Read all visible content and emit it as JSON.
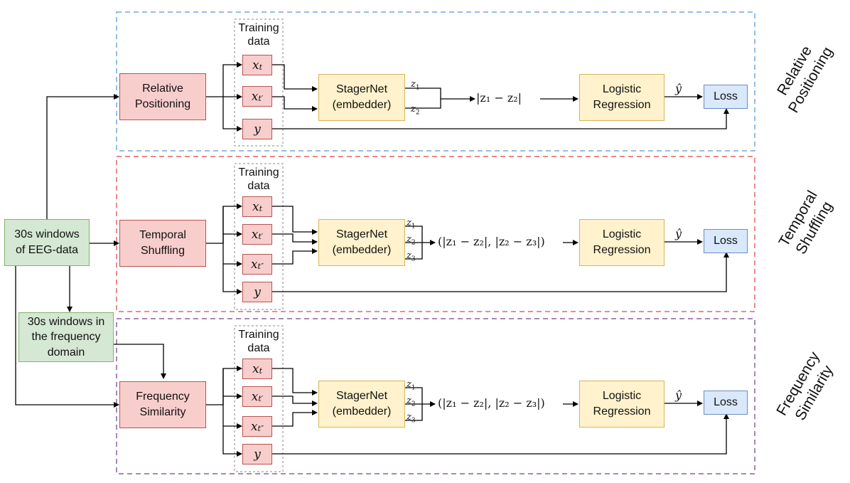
{
  "input_box": {
    "label": "30s windows\nof EEG-data"
  },
  "freq_box": {
    "label": "30s windows in\nthe frequency\ndomain"
  },
  "training_data_label": "Training\ndata",
  "variables": {
    "xt": "x",
    "xt_sub": "t",
    "xtp_sub": "t′",
    "xtpp_sub": "t″",
    "y": "y"
  },
  "embedder_label": "StagerNet\n(embedder)",
  "regression_label": "Logistic\nRegression",
  "loss_label": "Loss",
  "yhat": "ŷ",
  "z_labels": {
    "z1": "z",
    "z1_sub": "1",
    "z2_sub": "2",
    "z3_sub": "3"
  },
  "panels": [
    {
      "task": "Relative\nPositioning",
      "side": "Relative\nPositioning",
      "feature": "|z₁ − z₂|",
      "color": "#6fa8dc"
    },
    {
      "task": "Temporal\nShuffling",
      "side": "Temporal\nShuffling",
      "feature": "(|z₁ − z₂|, |z₂ − z₃|)",
      "color": "#e06666"
    },
    {
      "task": "Frequency\nSimilarity",
      "side": "Frequency\nSimilarity",
      "feature": "(|z₁ − z₂|, |z₂ − z₃|)",
      "color": "#8e5ea2"
    }
  ]
}
